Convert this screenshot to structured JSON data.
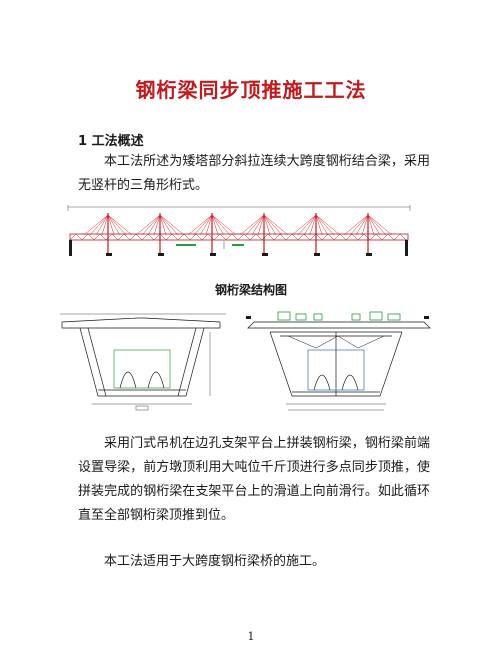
{
  "document": {
    "title": "钢桁梁同步顶推施工工法",
    "section_heading": "1  工法概述",
    "paragraph_1": "本工法所述为矮塔部分斜拉连续大跨度钢桁结合梁，采用无竖杆的三角形桁式。",
    "figure_caption": "钢桁梁结构图",
    "paragraph_2": "采用门式吊机在边孔支架平台上拼装钢桁梁，钢桁梁前端设置导梁，前方墩顶利用大吨位千斤顶进行多点同步顶推，使拼装完成的钢桁梁在支架平台上的滑道上向前滑行。如此循环直至全部钢桁梁顶推到位。",
    "paragraph_3": "本工法适用于大跨度钢桁梁桥的施工。",
    "page_number": "1"
  },
  "colors": {
    "title": "#c0191e",
    "cable": "#e0202a",
    "line_drawing": "#1a1a1a",
    "accent": "#2a9a3a"
  }
}
